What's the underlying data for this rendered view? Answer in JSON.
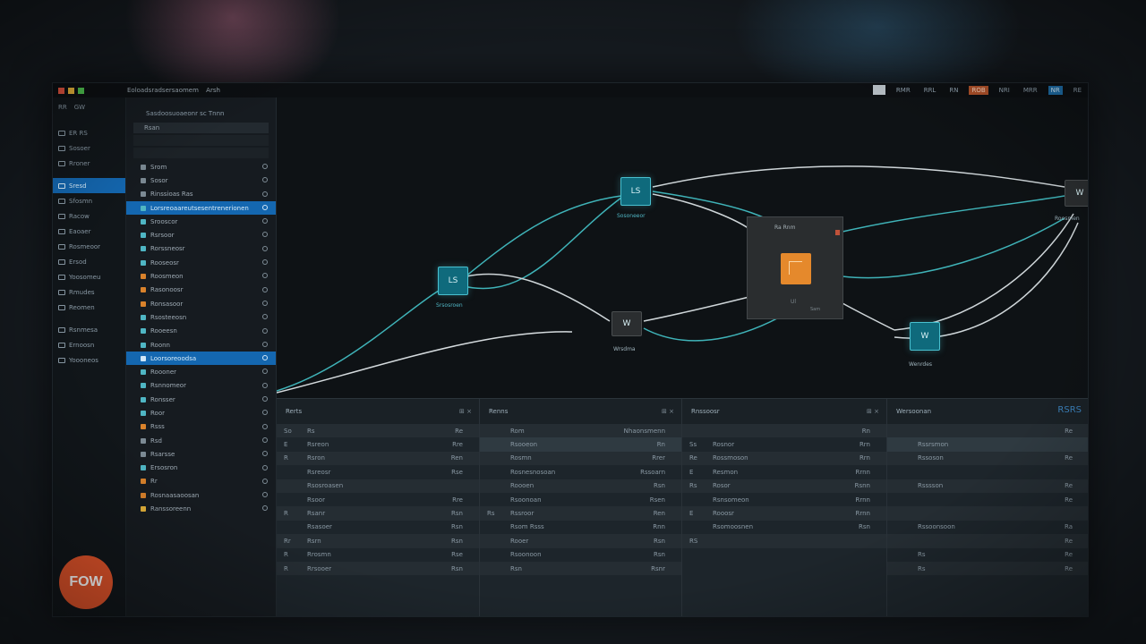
{
  "app": {
    "title": "Eoloadsradsersaomem",
    "title_suffix": "Arsh",
    "toolbar_right": [
      "RMR",
      "RRL",
      "RN",
      "ROB",
      "NRI",
      "MRR",
      "NR",
      "RE"
    ]
  },
  "rail": {
    "header": [
      "RR",
      "GW"
    ],
    "items": [
      {
        "label": "ER RS",
        "active": false
      },
      {
        "label": "Sosoer",
        "active": false
      },
      {
        "label": "Rroner",
        "active": false
      },
      {
        "label": "Sresd",
        "active": true
      },
      {
        "label": "Sfosmn",
        "active": false
      },
      {
        "label": "Racow",
        "active": false
      },
      {
        "label": "Eaoaer",
        "active": false
      },
      {
        "label": "Rosmeoor",
        "active": false
      },
      {
        "label": "Ersod",
        "active": false
      },
      {
        "label": "Yoosomeu",
        "active": false
      },
      {
        "label": "Rmudes",
        "active": false
      },
      {
        "label": "Reomen",
        "active": false
      },
      {
        "label": "Rsnmesa",
        "active": false
      },
      {
        "label": "Ernoosn",
        "active": false
      },
      {
        "label": "Yoooneos",
        "active": false
      }
    ]
  },
  "tree": {
    "header": "Sasdoosuoaeonr sc Tnnn",
    "search_value": "Rsan",
    "rows": [
      {
        "label": "Srom",
        "selected": false,
        "color": "#7c8a94"
      },
      {
        "label": "Sosor",
        "selected": false,
        "color": "#7c8a94"
      },
      {
        "label": "Rinssioas Ras",
        "selected": false,
        "color": "#7c8a94"
      },
      {
        "label": "Lorsreoaareutsesentrenerionen",
        "selected": true,
        "color": "#4fb6c4"
      },
      {
        "label": "Srooscor",
        "selected": false,
        "color": "#4fb6c4"
      },
      {
        "label": "Rsrsoor",
        "selected": false,
        "color": "#4fb6c4"
      },
      {
        "label": "Rorssneosr",
        "selected": false,
        "color": "#4fb6c4"
      },
      {
        "label": "Rooseosr",
        "selected": false,
        "color": "#4fb6c4"
      },
      {
        "label": "Roosmeon",
        "selected": false,
        "color": "#d9822b"
      },
      {
        "label": "Rasonoosr",
        "selected": false,
        "color": "#d9822b"
      },
      {
        "label": "Ronsasoor",
        "selected": false,
        "color": "#d9822b"
      },
      {
        "label": "Rsosteeosn",
        "selected": false,
        "color": "#4fb6c4"
      },
      {
        "label": "Rooeesn",
        "selected": false,
        "color": "#4fb6c4"
      },
      {
        "label": "Roonn",
        "selected": false,
        "color": "#4fb6c4"
      },
      {
        "label": "Loorsoreoodsa",
        "selected": true,
        "color": "#cfe6f8"
      },
      {
        "label": "Roooner",
        "selected": false,
        "color": "#4fb6c4"
      },
      {
        "label": "Rsnnomeor",
        "selected": false,
        "color": "#4fb6c4"
      },
      {
        "label": "Ronsser",
        "selected": false,
        "color": "#4fb6c4"
      },
      {
        "label": "Roor",
        "selected": false,
        "color": "#4fb6c4"
      },
      {
        "label": "Rsss",
        "selected": false,
        "color": "#d9822b"
      },
      {
        "label": "Rsd",
        "selected": false,
        "color": "#7c8a94"
      },
      {
        "label": "Rsarsse",
        "selected": false,
        "color": "#7c8a94"
      },
      {
        "label": "Ersosron",
        "selected": false,
        "color": "#4fb6c4"
      },
      {
        "label": "Rr",
        "selected": false,
        "color": "#d9822b"
      },
      {
        "label": "Rosnaasaoosan",
        "selected": false,
        "color": "#d9822b"
      },
      {
        "label": "Ranssoreenn",
        "selected": false,
        "color": "#e5b23a"
      }
    ]
  },
  "canvas": {
    "nodes": [
      {
        "id": "n1",
        "glyph": "ᒪS",
        "label": "Sosoneeor",
        "style": "teal"
      },
      {
        "id": "n2",
        "glyph": "ᒪS",
        "label": "Srsosroen",
        "style": "teal"
      },
      {
        "id": "n3",
        "glyph": "W",
        "label": "Wrsdma",
        "style": "dark"
      },
      {
        "id": "n4",
        "glyph": "W",
        "label": "Roosmen",
        "style": "dark"
      },
      {
        "id": "n5",
        "glyph": "W",
        "label": "Wenrdes",
        "style": "teal"
      }
    ],
    "panel_node": {
      "title": "Ra Rnm",
      "footer": "Ul",
      "footer2": "Sam"
    }
  },
  "bottom": {
    "panels": [
      {
        "title": "Rerts",
        "rows": [
          {
            "c1": "So",
            "c2": "Rs",
            "c3": "Re"
          },
          {
            "c1": "E",
            "c2": "Rsreon",
            "c3": "Rre"
          },
          {
            "c1": "R",
            "c2": "Rsron",
            "c3": "Ren"
          },
          {
            "c1": "",
            "c2": "Rsreosr",
            "c3": "Rse"
          },
          {
            "c1": "",
            "c2": "Rsosroasen",
            "c3": ""
          },
          {
            "c1": "",
            "c2": "Rsoor",
            "c3": "Rre"
          },
          {
            "c1": "R",
            "c2": "Rsanr",
            "c3": "Rsn"
          },
          {
            "c1": "",
            "c2": "Rsasoer",
            "c3": "Rsn"
          },
          {
            "c1": "Rr",
            "c2": "Rsrn",
            "c3": "Rsn"
          },
          {
            "c1": "R",
            "c2": "Rrosmn",
            "c3": "Rse"
          },
          {
            "c1": "R",
            "c2": "Rrsooer",
            "c3": "Rsn"
          }
        ]
      },
      {
        "title": "Renns",
        "rows": [
          {
            "c1": "",
            "c2": "Rom",
            "c3": "Nhaonsmenn"
          },
          {
            "c1": "",
            "c2": "Rsooeon",
            "c3": "Rn"
          },
          {
            "c1": "",
            "c2": "Rosmn",
            "c3": "Rrer"
          },
          {
            "c1": "",
            "c2": "Rosnesnosoan",
            "c3": "Rssoarn"
          },
          {
            "c1": "",
            "c2": "Roooen",
            "c3": "Rsn"
          },
          {
            "c1": "",
            "c2": "Rsoonoan",
            "c3": "Rsen"
          },
          {
            "c1": "Rs",
            "c2": "Rssroor",
            "c3": "Ren"
          },
          {
            "c1": "",
            "c2": "Rsom Rsss",
            "c3": "Rnn"
          },
          {
            "c1": "",
            "c2": "Rooer",
            "c3": "Rsn"
          },
          {
            "c1": "",
            "c2": "Rsoonoon",
            "c3": "Rsn"
          },
          {
            "c1": "",
            "c2": "Rsn",
            "c3": "Rsnr"
          }
        ]
      },
      {
        "title": "Rnssoosr",
        "rows": [
          {
            "c1": "",
            "c2": "",
            "c3": "Rn"
          },
          {
            "c1": "Ss",
            "c2": "Rosnor",
            "c3": "Rrn"
          },
          {
            "c1": "Re",
            "c2": "Rossmoson",
            "c3": "Rrn"
          },
          {
            "c1": "E",
            "c2": "Resmon",
            "c3": "Rrnn"
          },
          {
            "c1": "Rs",
            "c2": "Rosor",
            "c3": "Rsnn"
          },
          {
            "c1": "",
            "c2": "Rsnsomeon",
            "c3": "Rrnn"
          },
          {
            "c1": "E",
            "c2": "Rooosr",
            "c3": "Rrnn"
          },
          {
            "c1": "",
            "c2": "Rsomoosnen",
            "c3": "Rsn"
          },
          {
            "c1": "RS",
            "c2": "",
            "c3": ""
          }
        ]
      },
      {
        "title": "Wersoonan",
        "badge": "RSRS",
        "rows": [
          {
            "c1": "",
            "c2": "",
            "c3": "Re"
          },
          {
            "c1": "",
            "c2": "Rssrsmon",
            "c3": ""
          },
          {
            "c1": "",
            "c2": "Rssoson",
            "c3": "Re"
          },
          {
            "c1": "",
            "c2": "",
            "c3": ""
          },
          {
            "c1": "",
            "c2": "Rsssson",
            "c3": "Re"
          },
          {
            "c1": "",
            "c2": "",
            "c3": "Re"
          },
          {
            "c1": "",
            "c2": "",
            "c3": ""
          },
          {
            "c1": "",
            "c2": "Rssoonsoon",
            "c3": "Ra"
          },
          {
            "c1": "",
            "c2": "",
            "c3": "Re"
          },
          {
            "c1": "",
            "c2": "Rs",
            "c3": "Re"
          },
          {
            "c1": "",
            "c2": "Rs",
            "c3": "Re"
          }
        ]
      }
    ]
  },
  "logo": {
    "text": "FOW"
  },
  "colors": {
    "accent": "#1467b0",
    "teal": "#49c0cf",
    "orange": "#e5892c",
    "brand": "#e0532a"
  }
}
